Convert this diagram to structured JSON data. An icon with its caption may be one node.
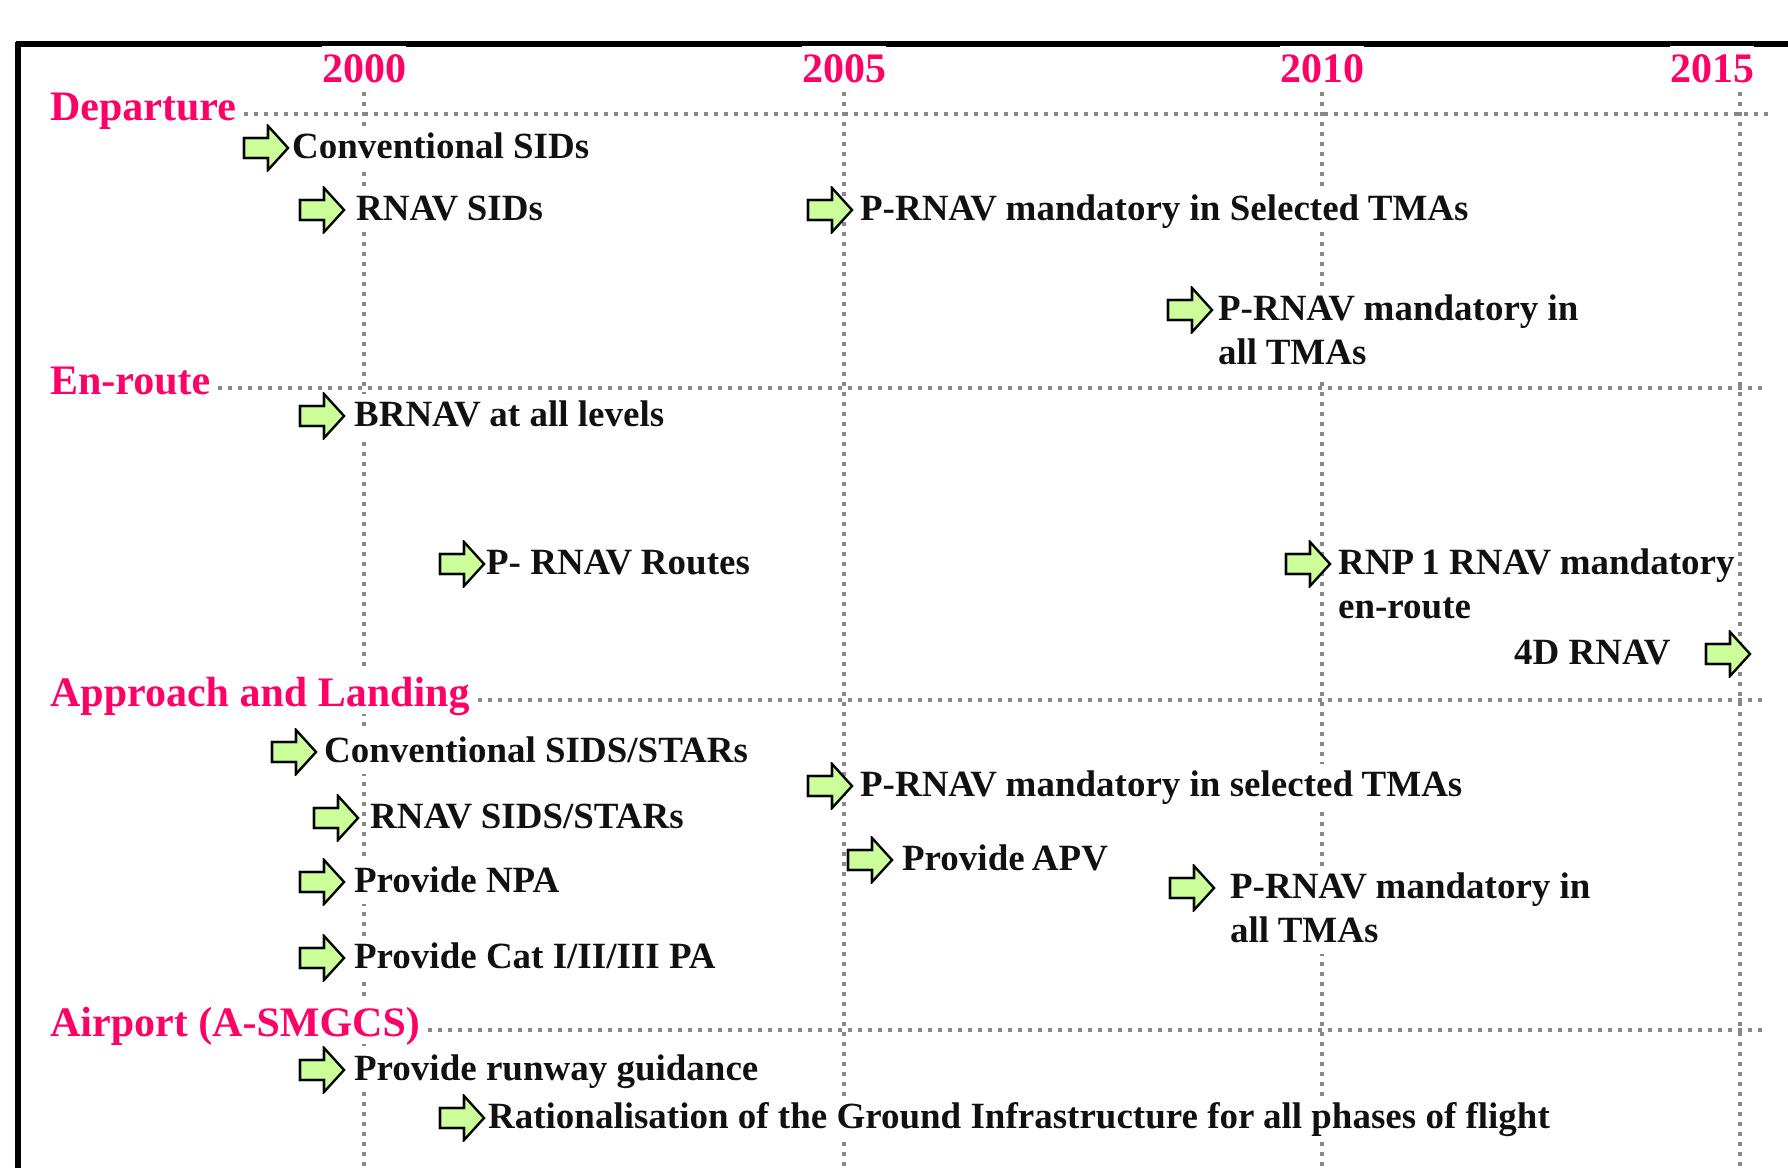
{
  "diagram": {
    "labels": [
      "2000",
      "2005",
      "2010",
      "2015",
      "Departure",
      "Conventional SIDs",
      "RNAV SIDs",
      "P-RNAV mandatory in Selected TMAs",
      "P-RNAV mandatory in all TMAs",
      "En-route",
      "BRNAV at all levels",
      "P- RNAV Routes",
      "RNP 1 RNAV mandatory en-route",
      "4D RNAV",
      "Approach and Landing",
      "Conventional SIDS/STARs",
      "P-RNAV mandatory in selected TMAs",
      "RNAV SIDS/STARs",
      "Provide APV",
      "Provide NPA",
      "P-RNAV mandatory in all TMAs",
      "Provide Cat I/II/III PA",
      "Airport (A-SMGCS)",
      "Provide runway guidance",
      "Rationalisation of the Ground Infrastructure for all phases of flight"
    ]
  }
}
